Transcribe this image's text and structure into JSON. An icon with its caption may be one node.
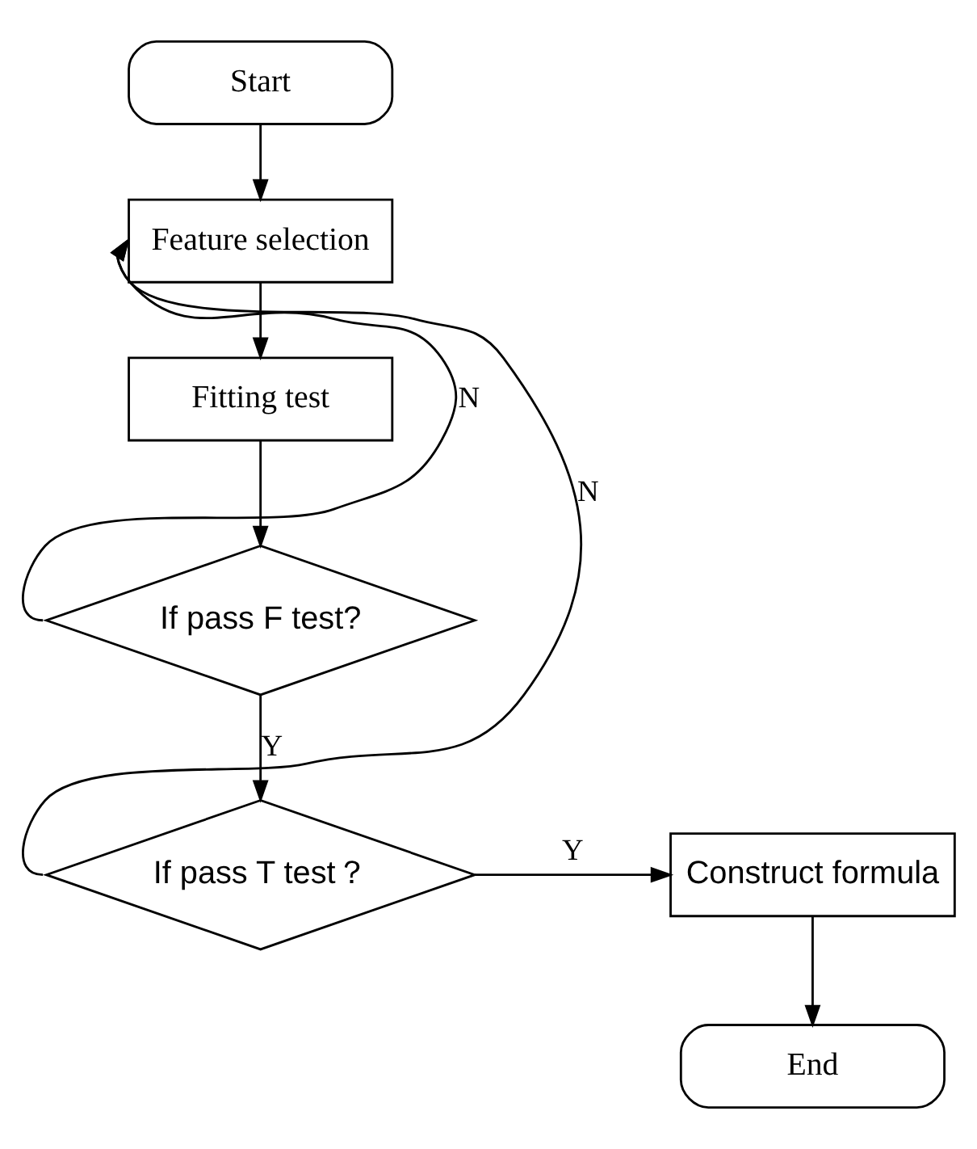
{
  "diagram": {
    "nodes": [
      {
        "text": [
          "Start"
        ]
      },
      {
        "text": [
          "Feature selection"
        ]
      },
      {
        "text": [
          "Fitting test"
        ]
      },
      {
        "text": [
          "If pass F test?"
        ]
      },
      {
        "text": [
          "If pass T test？"
        ]
      },
      {
        "text": [
          "Construct formula"
        ]
      },
      {
        "text": [
          "End"
        ]
      }
    ],
    "edges": [
      {
        "from": 0,
        "to": 1,
        "arrow": "to"
      },
      {
        "from": 1,
        "to": 2,
        "arrow": "to"
      },
      {
        "from": 2,
        "to": 3,
        "arrow": "to"
      },
      {
        "from": 3,
        "to": 1,
        "label": "N",
        "arrow": "to"
      },
      {
        "from": 3,
        "to": 4,
        "label": "Y",
        "arrow": "to"
      },
      {
        "from": 4,
        "to": 1,
        "label": "N",
        "arrow": "to"
      },
      {
        "from": 4,
        "to": 5,
        "label": "Y",
        "arrow": "to"
      },
      {
        "from": 5,
        "to": 6,
        "arrow": "to"
      }
    ]
  }
}
